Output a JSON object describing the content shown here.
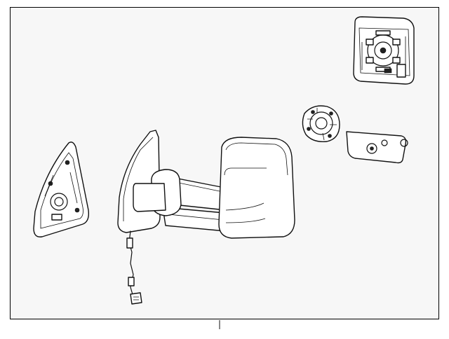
{
  "diagram": {
    "background": "#f7f7f7",
    "line_color": "#111111",
    "parts": [
      {
        "name": "mirror-glass"
      },
      {
        "name": "motor-actuator"
      },
      {
        "name": "signal-lamp"
      },
      {
        "name": "mirror-assembly"
      },
      {
        "name": "mounting-bracket"
      }
    ]
  }
}
